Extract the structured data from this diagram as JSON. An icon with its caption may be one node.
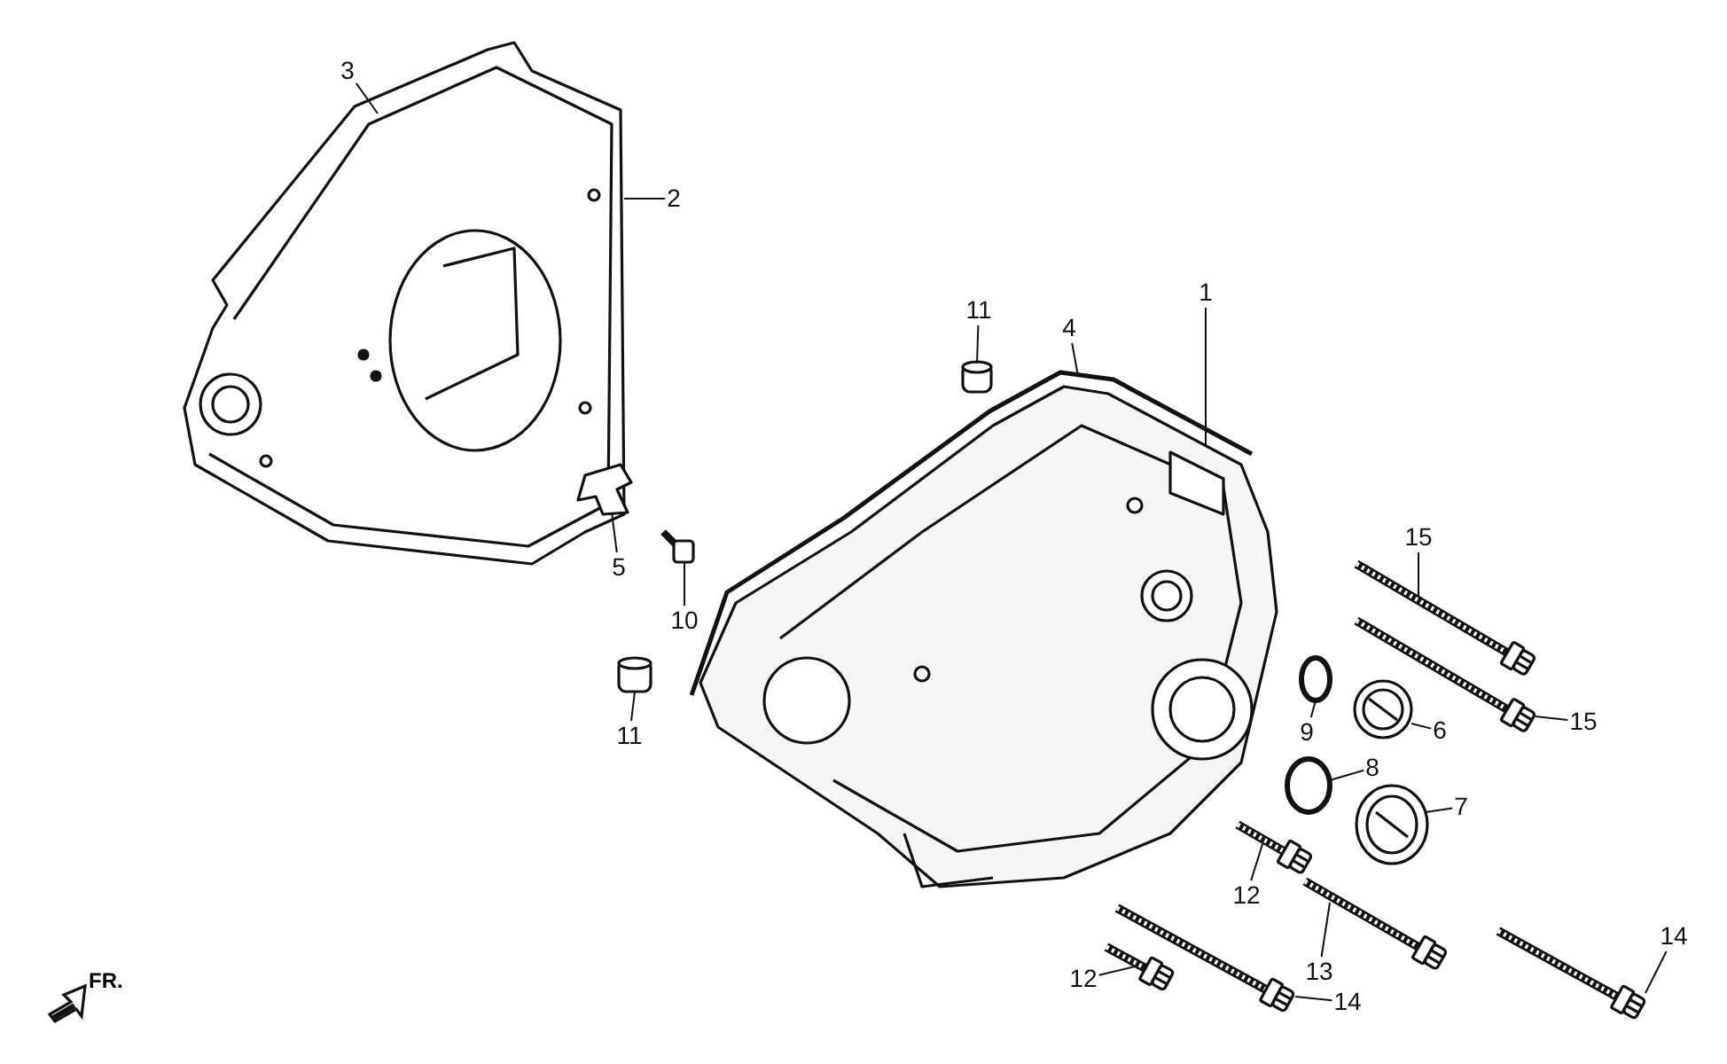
{
  "diagram": {
    "nodes": [
      {
        "text": [
          "3"
        ]
      },
      {
        "text": [
          "2"
        ]
      },
      {
        "text": [
          "11"
        ]
      },
      {
        "text": [
          "4"
        ]
      },
      {
        "text": [
          "1"
        ]
      },
      {
        "text": [
          "15"
        ]
      },
      {
        "text": [
          "15"
        ]
      },
      {
        "text": [
          "6"
        ]
      },
      {
        "text": [
          "9"
        ]
      },
      {
        "text": [
          "8"
        ]
      },
      {
        "text": [
          "7"
        ]
      },
      {
        "text": [
          "5"
        ]
      },
      {
        "text": [
          "10"
        ]
      },
      {
        "text": [
          "11"
        ]
      },
      {
        "text": [
          "12"
        ]
      },
      {
        "text": [
          "13"
        ]
      },
      {
        "text": [
          "14"
        ]
      },
      {
        "text": [
          "12"
        ]
      },
      {
        "text": [
          "14"
        ]
      },
      {
        "text": [],
        "shape": "picture"
      },
      {
        "text": [],
        "shape": "picture"
      },
      {
        "text": [],
        "shape": "picture"
      },
      {
        "text": [],
        "shape": "picture"
      },
      {
        "text": [],
        "shape": "picture"
      },
      {
        "text": [],
        "shape": "picture"
      },
      {
        "text": [],
        "shape": "picture"
      },
      {
        "text": [],
        "shape": "circle"
      },
      {
        "text": [],
        "shape": "circle"
      },
      {
        "text": [],
        "shape": "picture"
      },
      {
        "text": [],
        "shape": "picture"
      },
      {
        "text": [],
        "shape": "picture"
      },
      {
        "text": [],
        "shape": "picture"
      },
      {
        "text": [],
        "shape": "picture"
      },
      {
        "text": [],
        "shape": "picture"
      },
      {
        "text": [],
        "shape": "picture"
      },
      {
        "text": [],
        "shape": "picture"
      },
      {
        "text": [],
        "shape": "picture"
      }
    ],
    "edges": [
      {
        "from": 0,
        "to": 19,
        "arrow": "none"
      },
      {
        "from": 1,
        "to": 19,
        "arrow": "none"
      },
      {
        "from": 2,
        "to": 20,
        "arrow": "none"
      },
      {
        "from": 3,
        "to": 21,
        "arrow": "none"
      },
      {
        "from": 4,
        "to": 22,
        "arrow": "none"
      },
      {
        "from": 5,
        "to": 23,
        "arrow": "none"
      },
      {
        "from": 6,
        "to": 24,
        "arrow": "none"
      },
      {
        "from": 7,
        "to": 25,
        "arrow": "none"
      },
      {
        "from": 8,
        "to": 26,
        "arrow": "none"
      },
      {
        "from": 9,
        "to": 27,
        "arrow": "none"
      },
      {
        "from": 10,
        "to": 28,
        "arrow": "none"
      },
      {
        "from": 11,
        "to": 29,
        "arrow": "none"
      },
      {
        "from": 12,
        "to": 30,
        "arrow": "none"
      },
      {
        "from": 13,
        "to": 31,
        "arrow": "none"
      },
      {
        "from": 14,
        "to": 32,
        "arrow": "none"
      },
      {
        "from": 15,
        "to": 33,
        "arrow": "none"
      },
      {
        "from": 16,
        "to": 34,
        "arrow": "none"
      },
      {
        "from": 17,
        "to": 35,
        "arrow": "none"
      },
      {
        "from": 18,
        "to": 36,
        "arrow": "none"
      }
    ],
    "labels": [
      "FR."
    ]
  }
}
